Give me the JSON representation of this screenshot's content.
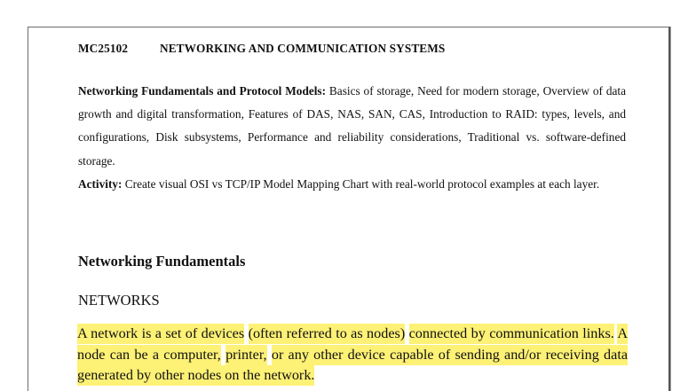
{
  "document": {
    "course": {
      "code": "MC25102",
      "title": "NETWORKING AND COMMUNICATION SYSTEMS"
    },
    "syllabus": {
      "unit_label": "Networking Fundamentals and Protocol Models:",
      "unit_text": " Basics of storage, Need for modern storage, Overview of data growth and digital transformation, Features of DAS, NAS, SAN, CAS, Introduction to RAID: types, levels, and configurations, Disk subsystems, Performance and reliability considerations, Traditional vs. software-defined storage.",
      "activity_label": "Activity:",
      "activity_text": " Create visual OSI vs TCP/IP Model Mapping Chart with real-world protocol examples at each layer."
    },
    "section_heading": "Networking Fundamentals",
    "sub_heading": "NETWORKS",
    "highlighted_paragraph": {
      "segments": [
        "A network is a set of devices",
        "(often referred to as nodes)",
        "connected by communication links.",
        "A node can be a computer,",
        "printer,",
        "or any other device capable of sending and/or receiving data generated by other nodes on the network."
      ]
    },
    "colors": {
      "highlight": "#fdf176",
      "text": "#111111",
      "page_border": "#6b6b6b"
    }
  }
}
